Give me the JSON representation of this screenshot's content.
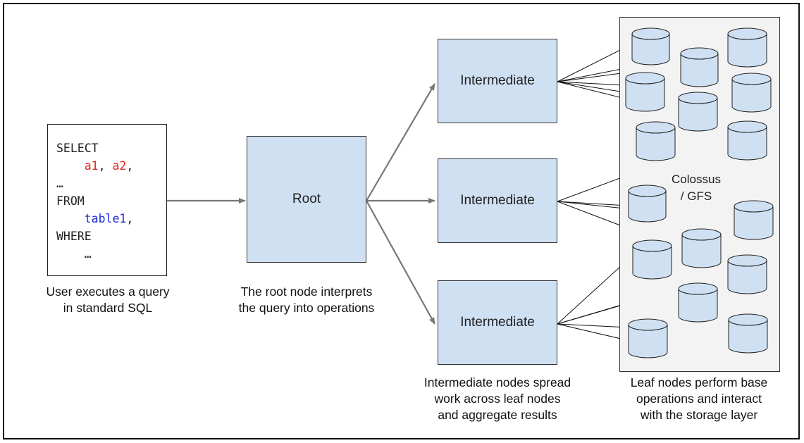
{
  "query_box": {
    "lines": [
      [
        {
          "text": "SELECT",
          "color": "default"
        }
      ],
      [
        {
          "text": "    ",
          "color": "default"
        },
        {
          "text": "a1",
          "color": "red"
        },
        {
          "text": ", ",
          "color": "default"
        },
        {
          "text": "a2",
          "color": "red"
        },
        {
          "text": ",",
          "color": "default"
        }
      ],
      [
        {
          "text": "…",
          "color": "default"
        }
      ],
      [
        {
          "text": "FROM",
          "color": "default"
        }
      ],
      [
        {
          "text": "    ",
          "color": "default"
        },
        {
          "text": "table1",
          "color": "blue"
        },
        {
          "text": ",",
          "color": "default"
        }
      ],
      [
        {
          "text": "WHERE",
          "color": "default"
        }
      ],
      [
        {
          "text": "    …",
          "color": "default"
        }
      ]
    ],
    "caption": [
      "User executes a query",
      "in standard SQL"
    ]
  },
  "root": {
    "label": "Root",
    "caption": [
      "The root node interprets",
      "the query into operations"
    ]
  },
  "intermediates": {
    "labels": [
      "Intermediate",
      "Intermediate",
      "Intermediate"
    ],
    "caption": [
      "Intermediate nodes spread",
      "work across leaf nodes",
      "and aggregate results"
    ]
  },
  "storage": {
    "label": [
      "Colossus",
      "/ GFS"
    ],
    "caption": [
      "Leaf nodes perform base",
      "operations and interact",
      "with the storage layer"
    ]
  },
  "colors": {
    "node_fill": "#cfe0f2",
    "storage_fill": "#f3f3f3",
    "sql_red": "#e0241e",
    "sql_blue": "#1a2ad8",
    "arrow_gray": "#777777"
  }
}
